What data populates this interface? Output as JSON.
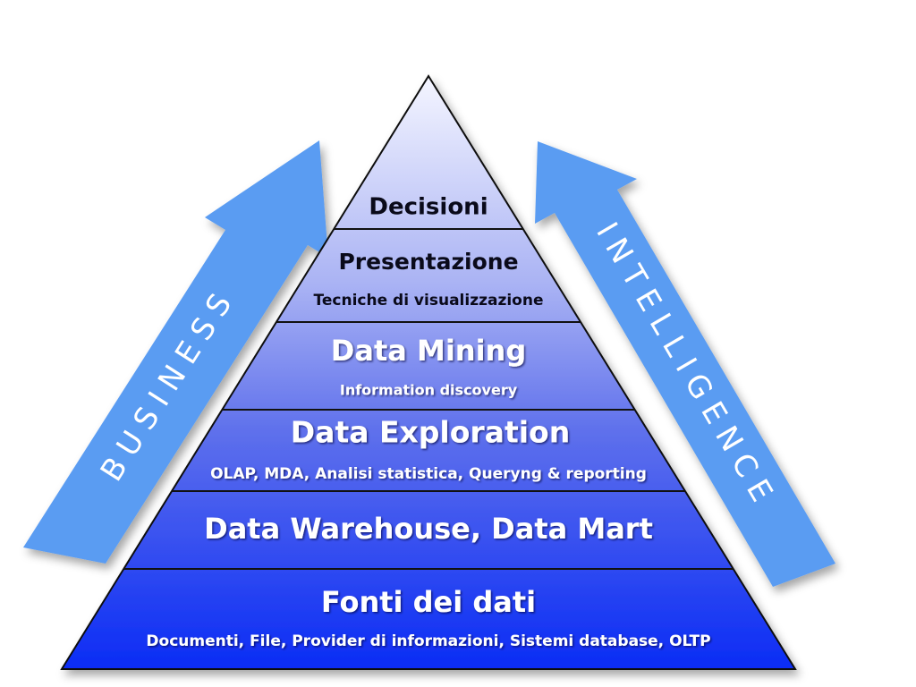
{
  "arrows": {
    "left": "BUSINESS",
    "right": "INTELLIGENCE"
  },
  "pyramid": {
    "levels": [
      {
        "title": "Decisioni",
        "subtitle": ""
      },
      {
        "title": "Presentazione",
        "subtitle": "Tecniche di visualizzazione"
      },
      {
        "title": "Data Mining",
        "subtitle": "Information discovery"
      },
      {
        "title": "Data Exploration",
        "subtitle": "OLAP, MDA, Analisi statistica, Queryng & reporting"
      },
      {
        "title": "Data Warehouse, Data Mart",
        "subtitle": ""
      },
      {
        "title": "Fonti dei dati",
        "subtitle": "Documenti, File, Provider di informazioni, Sistemi database, OLTP"
      }
    ]
  },
  "colors": {
    "apex": "#f4f5ff",
    "base": "#0b2cf5",
    "arrow": "#5a9cf2",
    "outline": "#111111"
  }
}
